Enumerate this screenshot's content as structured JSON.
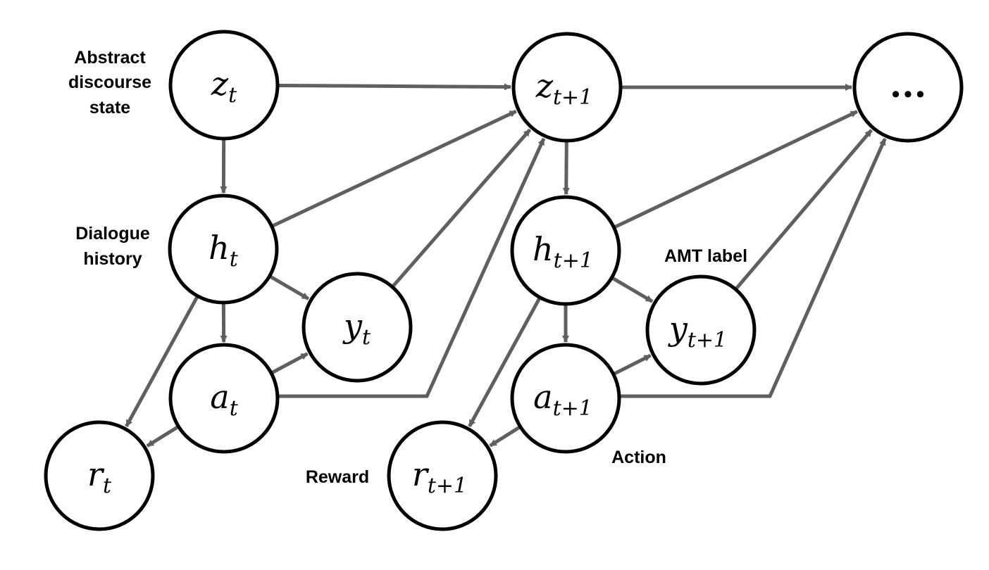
{
  "nodes": {
    "z_t": {
      "var": "z",
      "sub": "t"
    },
    "z_t1": {
      "var": "z",
      "sub": "t+1"
    },
    "dots": {
      "var": "...",
      "sub": ""
    },
    "h_t": {
      "var": "h",
      "sub": "t"
    },
    "h_t1": {
      "var": "h",
      "sub": "t+1"
    },
    "y_t": {
      "var": "y",
      "sub": "t"
    },
    "y_t1": {
      "var": "y",
      "sub": "t+1"
    },
    "a_t": {
      "var": "a",
      "sub": "t"
    },
    "a_t1": {
      "var": "a",
      "sub": "t+1"
    },
    "r_t": {
      "var": "r",
      "sub": "t"
    },
    "r_t1": {
      "var": "r",
      "sub": "t+1"
    }
  },
  "labels": {
    "abstract_state": [
      "Abstract",
      "discourse",
      "state"
    ],
    "dialogue_history": [
      "Dialogue",
      "history"
    ],
    "amt_label": "AMT label",
    "action": "Action",
    "reward": "Reward"
  },
  "edges": [
    {
      "from": "z_t",
      "to": "z_t1"
    },
    {
      "from": "z_t1",
      "to": "dots"
    },
    {
      "from": "z_t",
      "to": "h_t"
    },
    {
      "from": "z_t1",
      "to": "h_t1"
    },
    {
      "from": "h_t",
      "to": "a_t"
    },
    {
      "from": "h_t1",
      "to": "a_t1"
    },
    {
      "from": "h_t",
      "to": "y_t"
    },
    {
      "from": "h_t1",
      "to": "y_t1"
    },
    {
      "from": "a_t",
      "to": "y_t"
    },
    {
      "from": "a_t1",
      "to": "y_t1"
    },
    {
      "from": "h_t",
      "to": "r_t"
    },
    {
      "from": "h_t1",
      "to": "r_t1"
    },
    {
      "from": "a_t",
      "to": "r_t"
    },
    {
      "from": "a_t1",
      "to": "r_t1"
    },
    {
      "from": "h_t",
      "to": "z_t1"
    },
    {
      "from": "y_t",
      "to": "z_t1"
    },
    {
      "from": "a_t",
      "to": "z_t1"
    },
    {
      "from": "h_t1",
      "to": "dots"
    },
    {
      "from": "y_t1",
      "to": "dots"
    },
    {
      "from": "a_t1",
      "to": "dots"
    }
  ],
  "colors": {
    "edge": "#5f5f5f",
    "node_stroke": "#000000",
    "background": "#ffffff"
  }
}
